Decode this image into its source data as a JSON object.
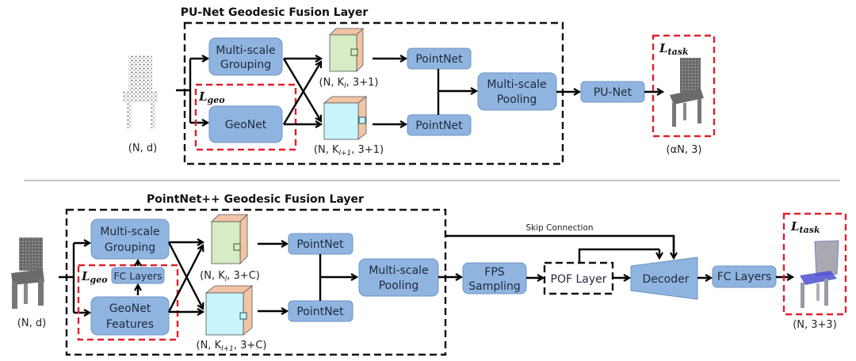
{
  "top": {
    "title": "PU-Net Geodesic Fusion Layer",
    "input_dim": "(N, d)",
    "multiscale_grouping": [
      "Multi-scale",
      "Grouping"
    ],
    "geonet": "GeoNet",
    "loss_geo": "L",
    "loss_geo_sub": "geo",
    "cube1_dim": "(N, K",
    "cube1_sub": "l",
    "cube1_tail": ", 3+1)",
    "cube2_dim": "(N, K",
    "cube2_sub": "l+1",
    "cube2_tail": ", 3+1)",
    "pointnet1": "PointNet",
    "pointnet2": "PointNet",
    "pooling": [
      "Multi-scale",
      "Pooling"
    ],
    "punet": "PU-Net",
    "loss_task": "L",
    "loss_task_sub": "task",
    "output_dim": "(αN, 3)"
  },
  "bottom": {
    "title": "PointNet++ Geodesic Fusion Layer",
    "input_dim": "(N, d)",
    "multiscale_grouping": [
      "Multi-scale",
      "Grouping"
    ],
    "fc_layers_inner": "FC Layers",
    "geonet_features": [
      "GeoNet",
      "Features"
    ],
    "loss_geo": "L",
    "loss_geo_sub": "geo",
    "cube1_dim": "(N, K",
    "cube1_sub": "l",
    "cube1_tail": ", 3+C)",
    "cube2_dim": "(N, K",
    "cube2_sub": "l+1",
    "cube2_tail": ", 3+C)",
    "pointnet1": "PointNet",
    "pointnet2": "PointNet",
    "pooling": [
      "Multi-scale",
      "Pooling"
    ],
    "fps": [
      "FPS",
      "Sampling"
    ],
    "pof": "POF Layer",
    "skip": "Skip Connection",
    "decoder": "Decoder",
    "fc_layers": "FC Layers",
    "loss_task": "L",
    "loss_task_sub": "task",
    "output_dim": "(N, 3+3)"
  },
  "colors": {
    "box": "#8fb4e0",
    "loss_border": "#e0202a",
    "cube_green": "#d7ebc4",
    "cube_cyan": "#c8f4fb",
    "cube_orange": "#f2c4a6"
  }
}
